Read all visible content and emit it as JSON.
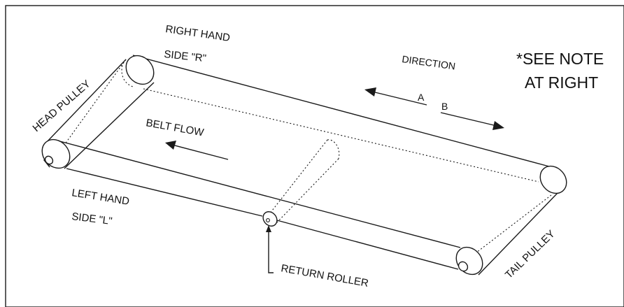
{
  "labels": {
    "right_hand": "RIGHT HAND",
    "side_r": "SIDE \"R\"",
    "direction": "DIRECTION",
    "see_note_line1": "*SEE NOTE",
    "see_note_line2": "AT RIGHT",
    "dir_a": "A",
    "dir_b": "B",
    "head_pulley": "HEAD PULLEY",
    "belt_flow": "BELT FLOW",
    "left_hand": "LEFT HAND",
    "side_l": "SIDE \"L\"",
    "return_roller": "RETURN ROLLER",
    "tail_pulley": "TAIL PULLEY"
  },
  "colors": {
    "ink": "#1a1a1a",
    "background": "#ffffff"
  }
}
